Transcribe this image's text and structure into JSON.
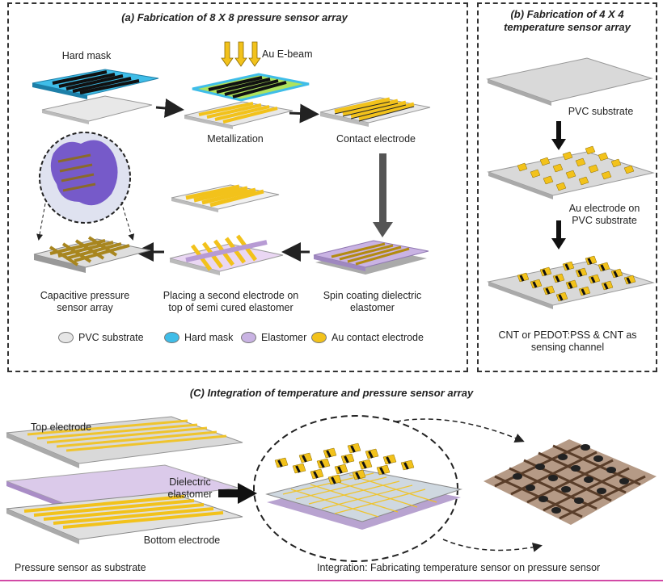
{
  "panel_a": {
    "title": "(a) Fabrication of 8 X 8 pressure sensor array",
    "hard_mask": "Hard mask",
    "au_ebeam": "Au E-beam",
    "metallization": "Metallization",
    "contact_electrode": "Contact electrode",
    "capacitive": "Capacitive pressure sensor array",
    "placing": "Placing a second electrode on top of semi cured elastomer",
    "spin_coating": "Spin coating dielectric elastomer"
  },
  "legend": {
    "items": [
      {
        "label": "PVC substrate",
        "color": "#e6e6e6"
      },
      {
        "label": "Hard mask",
        "color": "#3fbde8"
      },
      {
        "label": "Elastomer",
        "color": "#c9b3e3"
      },
      {
        "label": "Au contact electrode",
        "color": "#f2c21b"
      }
    ]
  },
  "panel_b": {
    "title": "(b) Fabrication of 4 X 4 temperature sensor array",
    "pvc_substrate": "PVC substrate",
    "au_electrode": "Au electrode on PVC substrate",
    "cnt": "CNT or PEDOT:PSS & CNT as sensing channel"
  },
  "panel_c": {
    "title": "(C) Integration of temperature and pressure sensor array",
    "top_electrode": "Top electrode",
    "dielectric": "Dielectric elastomer",
    "bottom_electrode": "Bottom electrode",
    "pressure_substrate": "Pressure sensor as substrate",
    "integration": "Integration: Fabricating temperature sensor on pressure sensor"
  },
  "colors": {
    "gold": "#f2c21b",
    "mask": "#3fbde8",
    "elastomer": "#c9b3e3",
    "substrate": "#e4e4e4"
  }
}
